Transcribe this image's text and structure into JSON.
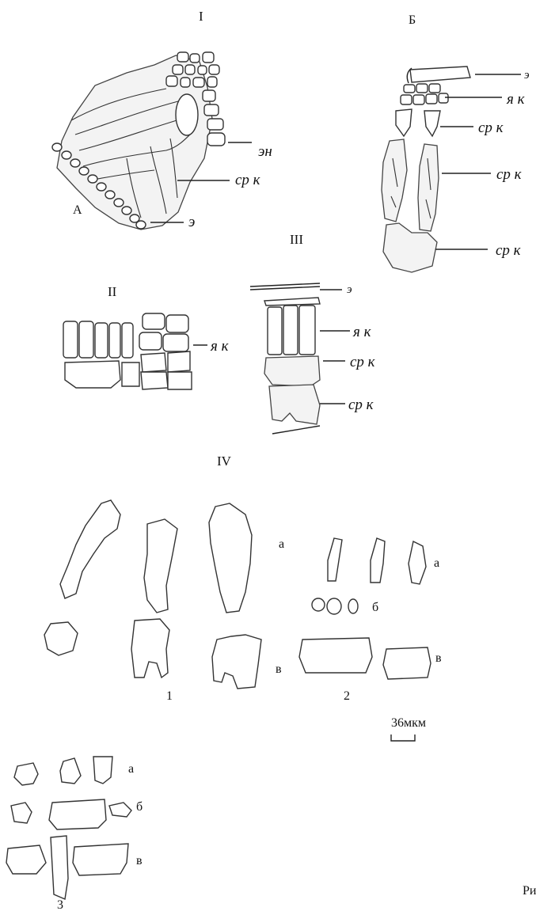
{
  "figure": {
    "panel_I": {
      "roman": "I",
      "sub_A": "А",
      "labels": {
        "en": "эн",
        "sr_k": "ср к",
        "e": "э"
      }
    },
    "panel_B": {
      "sub_B": "Б",
      "labels": {
        "e": "э",
        "ya_k": "я к",
        "sr_k_1": "ср к",
        "sr_k_2": "ср к",
        "sr_k_3": "ср к"
      }
    },
    "panel_II": {
      "roman": "II",
      "labels": {
        "ya_k": "я к"
      }
    },
    "panel_III": {
      "roman": "III",
      "labels": {
        "e": "э",
        "ya_k": "я к",
        "sr_k_1": "ср к",
        "sr_k_2": "ср к"
      }
    },
    "panel_IV": {
      "roman": "IV",
      "group1": {
        "num": "1",
        "a": "а",
        "v": "в"
      },
      "group2": {
        "num": "2",
        "a": "а",
        "b": "б",
        "v": "в"
      },
      "group3": {
        "num": "3",
        "a": "а",
        "b": "б",
        "v": "в"
      }
    },
    "scale_bar": {
      "label": "36мкм"
    },
    "caption_fragment": "Ри"
  }
}
